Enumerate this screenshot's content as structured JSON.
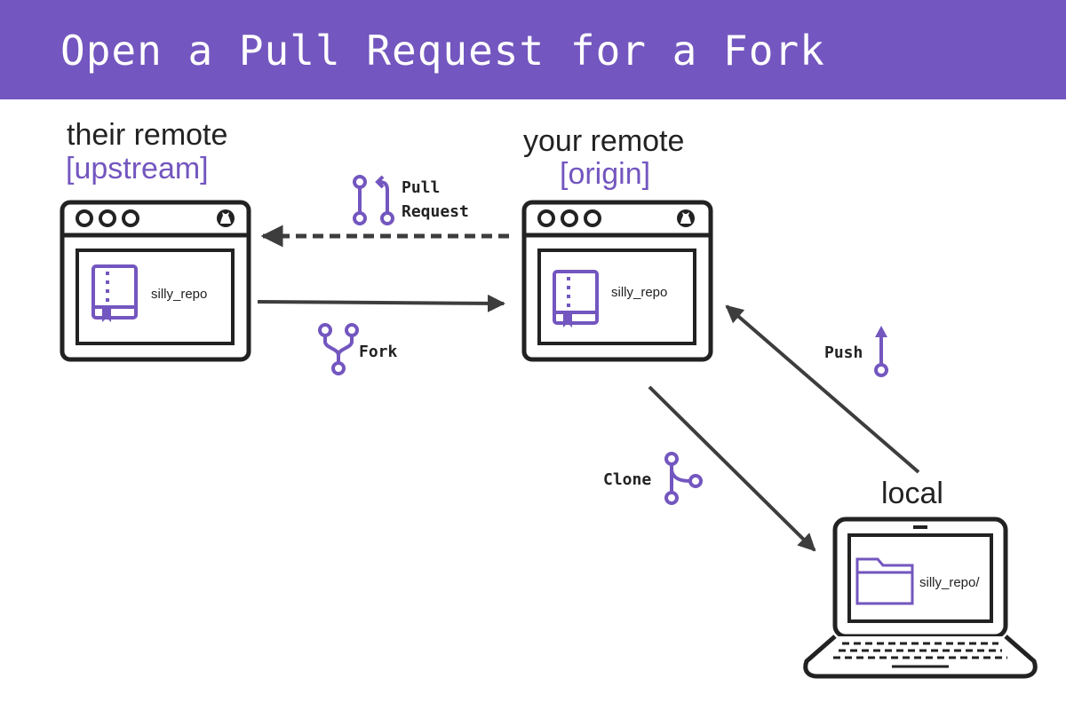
{
  "title": "Open a Pull Request for a Fork",
  "nodes": {
    "upstream": {
      "title": "their remote",
      "alias": "[upstream]",
      "repo": "silly_repo"
    },
    "origin": {
      "title": "your remote",
      "alias": "[origin]",
      "repo": "silly_repo"
    },
    "local": {
      "title": "local",
      "folder": "silly_repo/"
    }
  },
  "operations": {
    "pull_request": {
      "line1": "Pull",
      "line2": "Request"
    },
    "fork": "Fork",
    "clone": "Clone",
    "push": "Push"
  },
  "colors": {
    "accent": "#7356bf",
    "ink": "#222222",
    "arrow": "#3d3d3d",
    "background": "#ffffff"
  },
  "icons": {
    "browser": "github-mark-icon",
    "repo": "repo-book-icon",
    "folder": "folder-icon",
    "pull_request": "pull-request-icon",
    "fork": "fork-icon",
    "clone": "branch-icon",
    "push": "push-arrow-icon"
  }
}
